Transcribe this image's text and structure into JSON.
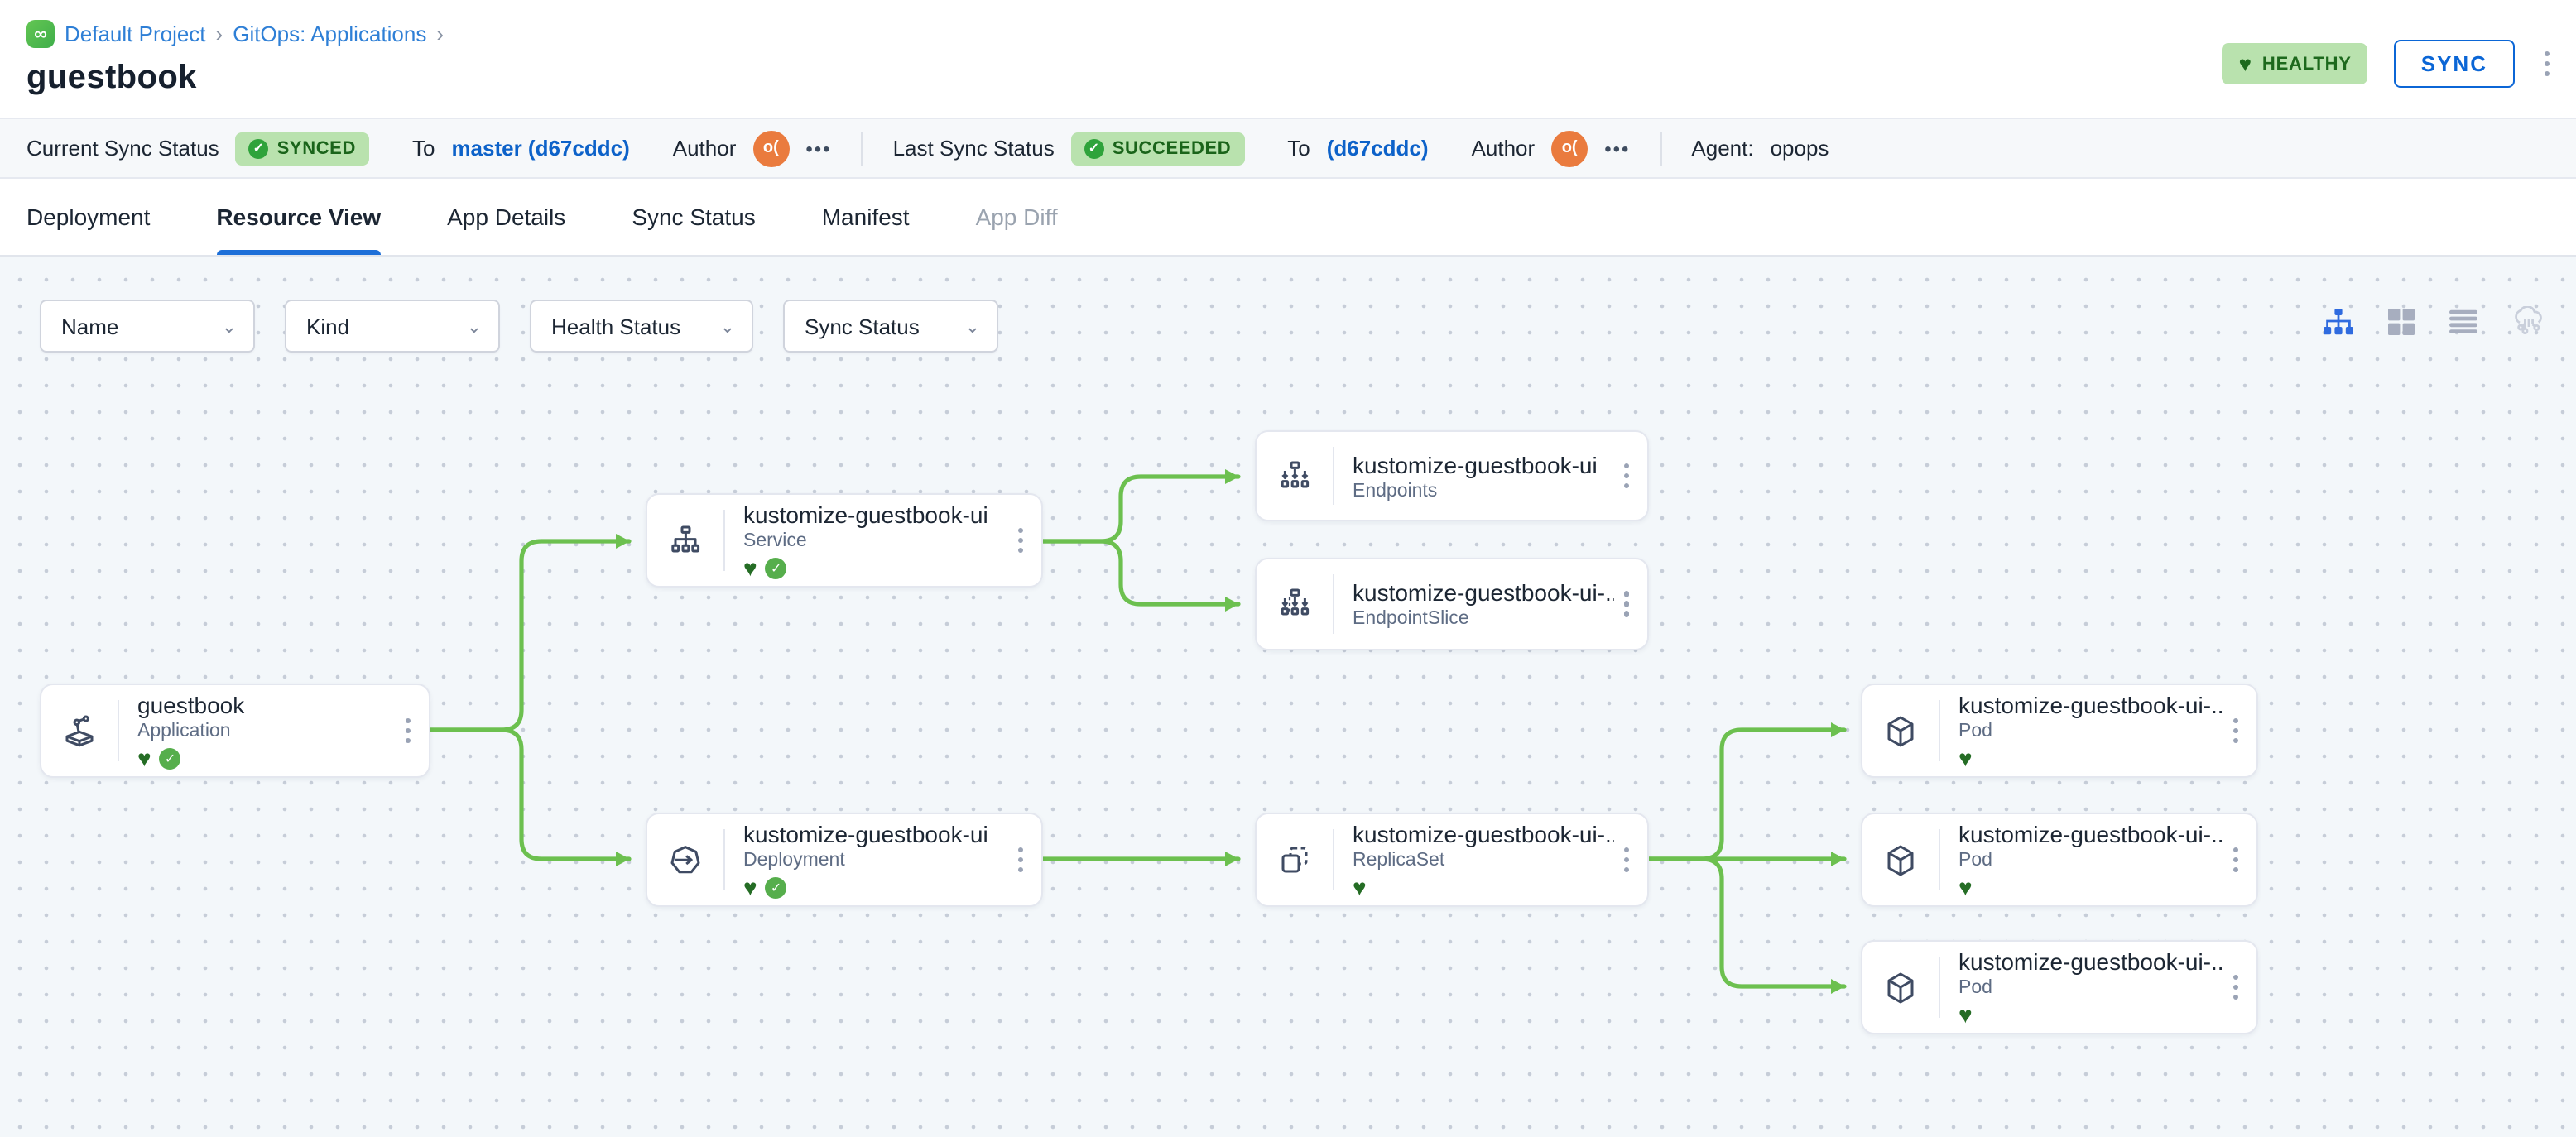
{
  "breadcrumb": {
    "project": "Default Project",
    "section": "GitOps: Applications",
    "separator": "›",
    "icon_glyph": "∞"
  },
  "header": {
    "title": "guestbook",
    "health_badge": "HEALTHY",
    "heart_glyph": "♥",
    "sync_button": "SYNC"
  },
  "status_bar": {
    "current": {
      "label": "Current Sync Status",
      "badge": "SYNCED",
      "check_glyph": "✓",
      "to_label": "To",
      "target": "master (d67cddc)",
      "author_label": "Author",
      "author_initials": "o(",
      "more": "•••"
    },
    "last": {
      "label": "Last Sync Status",
      "badge": "SUCCEEDED",
      "check_glyph": "✓",
      "to_label": "To",
      "target": "(d67cddc)",
      "author_label": "Author",
      "author_initials": "o(",
      "more": "•••"
    },
    "agent": {
      "label": "Agent:",
      "value": "opops"
    }
  },
  "tabs": [
    {
      "label": "Deployment"
    },
    {
      "label": "Resource View"
    },
    {
      "label": "App Details"
    },
    {
      "label": "Sync Status"
    },
    {
      "label": "Manifest"
    },
    {
      "label": "App Diff"
    }
  ],
  "filters": [
    {
      "label": "Name",
      "chevron": "⌄"
    },
    {
      "label": "Kind",
      "chevron": "⌄"
    },
    {
      "label": "Health Status",
      "chevron": "⌄"
    },
    {
      "label": "Sync Status",
      "chevron": "⌄"
    }
  ],
  "nodes": [
    {
      "title": "guestbook",
      "kind": "Application",
      "heart": "♥",
      "check": "✓"
    },
    {
      "title": "kustomize-guestbook-ui",
      "kind": "Service",
      "heart": "♥",
      "check": "✓"
    },
    {
      "title": "kustomize-guestbook-ui",
      "kind": "Endpoints"
    },
    {
      "title": "kustomize-guestbook-ui-...",
      "kind": "EndpointSlice"
    },
    {
      "title": "kustomize-guestbook-ui",
      "kind": "Deployment",
      "heart": "♥",
      "check": "✓"
    },
    {
      "title": "kustomize-guestbook-ui-...",
      "kind": "ReplicaSet",
      "heart": "♥"
    },
    {
      "title": "kustomize-guestbook-ui-...",
      "kind": "Pod",
      "heart": "♥"
    },
    {
      "title": "kustomize-guestbook-ui-...",
      "kind": "Pod",
      "heart": "♥"
    },
    {
      "title": "kustomize-guestbook-ui-...",
      "kind": "Pod",
      "heart": "♥"
    }
  ],
  "colors": {
    "accent_blue": "#0b66d6",
    "link_blue": "#2e7fd6",
    "edge_green": "#6cc04f",
    "healthy_green_bg": "#b9e2ae",
    "healthy_green_text": "#1d691d",
    "avatar_orange": "#ea7b3e",
    "canvas_bg": "#f3f7fa"
  }
}
